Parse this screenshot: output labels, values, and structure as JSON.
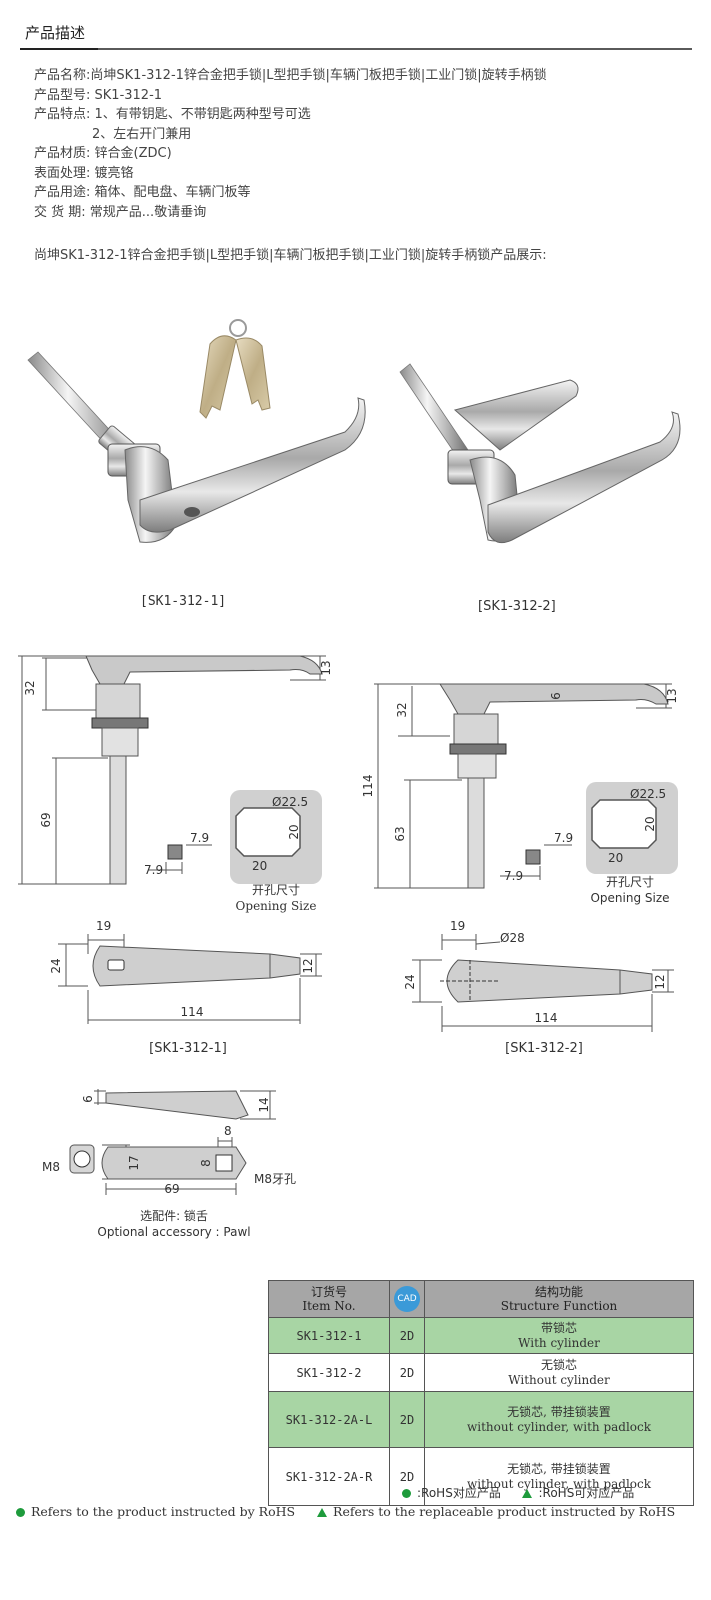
{
  "section": {
    "title": "产品描述"
  },
  "specs": {
    "name_label": "产品名称:",
    "name_value": "尚坤SK1-312-1锌合金把手锁|L型把手锁|车辆门板把手锁|工业门锁|旋转手柄锁",
    "model_label": "产品型号:",
    "model_value": "SK1-312-1",
    "feature_label": "产品特点:",
    "feature_1": "1、有带钥匙、不带钥匙两种型号可选",
    "feature_2": "2、左右开门兼用",
    "material_label": "产品材质:",
    "material_value": "锌合金(ZDC)",
    "surface_label": "表面处理:",
    "surface_value": "镀亮铬",
    "usage_label": "产品用途:",
    "usage_value": "箱体、配电盘、车辆门板等",
    "delivery_label": "交 货 期:",
    "delivery_value": "常规产品...敬请垂询"
  },
  "showcase_caption": "尚坤SK1-312-1锌合金把手锁|L型把手锁|车辆门板把手锁|工业门锁|旋转手柄锁产品展示:",
  "photos": {
    "left_caption": "[SK1-312-1]",
    "right_caption": "[SK1-312-2]"
  },
  "drawing_left": {
    "d32": "32",
    "d13": "13",
    "d69": "69",
    "d7_9a": "7.9",
    "d7_9b": "7.9",
    "d22_5": "Ø22.5",
    "d20a": "20",
    "d20b": "20"
  },
  "drawing_right": {
    "d32": "32",
    "d13": "13",
    "d6": "6",
    "d114": "114",
    "d63": "63",
    "d7_9a": "7.9",
    "d7_9b": "7.9",
    "d22_5": "Ø22.5",
    "d20a": "20",
    "d20b": "20"
  },
  "opening_cn": "开孔尺寸",
  "opening_en": "Opening Size",
  "top_left": {
    "d19": "19",
    "d24": "24",
    "d12": "12",
    "d114": "114",
    "caption": "[SK1-312-1]"
  },
  "top_right": {
    "d19": "19",
    "d28": "Ø28",
    "d24": "24",
    "d12": "12",
    "d114": "114",
    "caption": "[SK1-312-2]"
  },
  "pawl": {
    "d6": "6",
    "d14": "14",
    "d8a": "8",
    "d8b": "8",
    "d17": "17",
    "d69": "69",
    "m8": "M8",
    "m8_hole": "M8牙孔",
    "caption_cn": "选配件: 锁舌",
    "caption_en": "Optional accessory : Pawl"
  },
  "table": {
    "h_item_cn": "订货号",
    "h_item_en": "Item No.",
    "h_cad": "CAD",
    "h_func_cn": "结构功能",
    "h_func_en": "Structure Function",
    "rows": [
      {
        "item": "SK1-312-1",
        "cad": "2D",
        "func_cn": "带锁芯",
        "func_en": "With cylinder"
      },
      {
        "item": "SK1-312-2",
        "cad": "2D",
        "func_cn": "无锁芯",
        "func_en": "Without cylinder"
      },
      {
        "item": "SK1-312-2A-L",
        "cad": "2D",
        "func_cn": "无锁芯, 带挂锁装置",
        "func_en": "without cylinder, with padlock"
      },
      {
        "item": "SK1-312-2A-R",
        "cad": "2D",
        "func_cn": "无锁芯, 带挂锁装置",
        "func_en": "without cylinder, with padlock"
      }
    ]
  },
  "legend": {
    "rohs_cn": ":RoHS对应产品",
    "replace_cn": ":RoHS可对应产品",
    "rohs_en": "Refers to the product instructed by RoHS",
    "replace_en": "Refers to the replaceable product instructed by RoHS",
    "accent": "#1e9b3c"
  }
}
